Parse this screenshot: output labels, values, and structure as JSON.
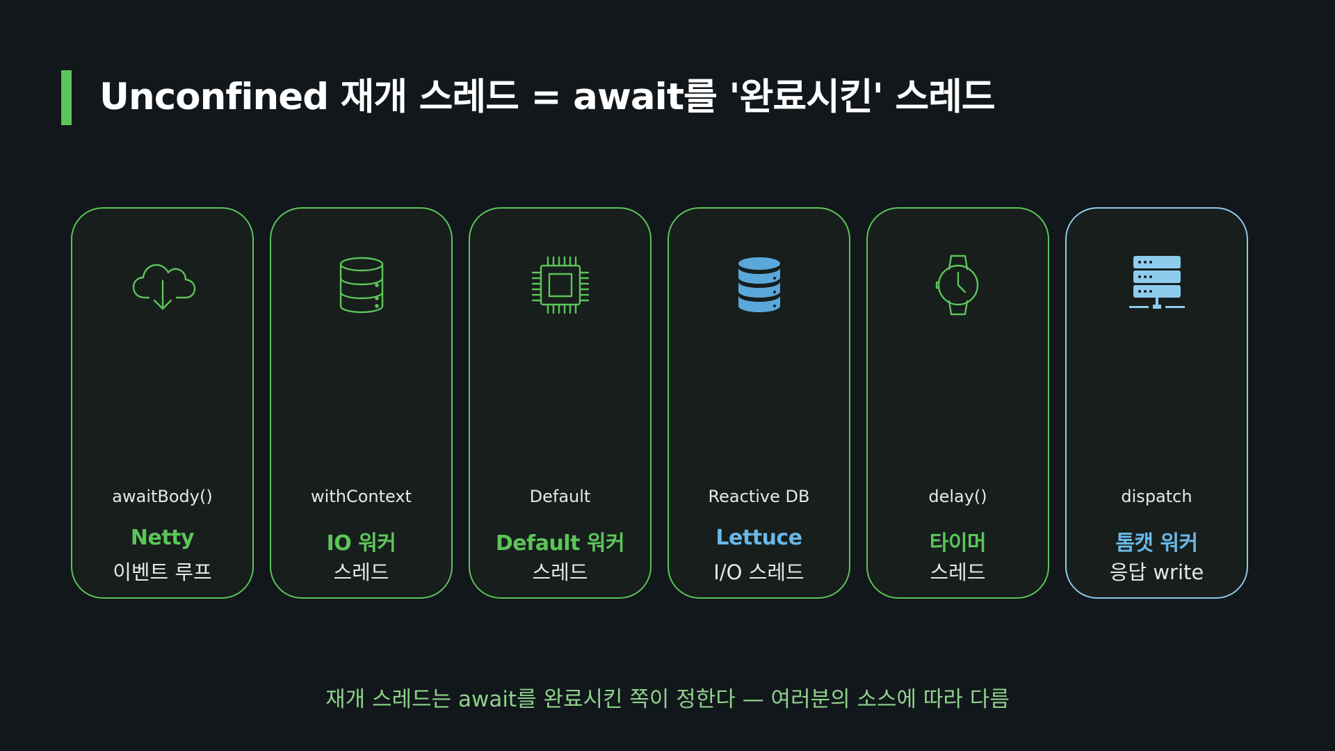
{
  "slide": {
    "title": "Unconfined 재개 스레드 = await를 '완료시킨' 스레드",
    "footer": "재개 스레드는 await를 완료시킨 쪽이 정한다 — 여러분의 소스에 따라 다름",
    "colors": {
      "background": "#12171b",
      "accent_green": "#5cc559",
      "accent_blue": "#6ab8e6",
      "blue_border": "#8fcbec",
      "footer_text": "#8fd18c"
    }
  },
  "cards": [
    {
      "icon": "cloud-download-icon",
      "label": "awaitBody()",
      "name": "Netty",
      "sub": "이벤트 루프"
    },
    {
      "icon": "database-outline-icon",
      "label": "withContext",
      "name": "IO 워커",
      "sub": "스레드"
    },
    {
      "icon": "cpu-chip-icon",
      "label": "Default",
      "name": "Default 워커",
      "sub": "스레드"
    },
    {
      "icon": "database-filled-icon",
      "label": "Reactive DB",
      "name": "Lettuce",
      "sub": "I/O 스레드"
    },
    {
      "icon": "watch-icon",
      "label": "delay()",
      "name": "타이머",
      "sub": "스레드"
    },
    {
      "icon": "server-icon",
      "label": "dispatch",
      "name": "톰캣 워커",
      "sub": "응답 write"
    }
  ]
}
